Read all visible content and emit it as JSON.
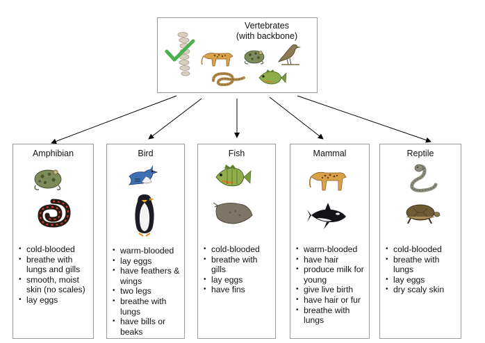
{
  "top": {
    "title_line1": "Vertebrates",
    "title_line2": "(with backbone)",
    "icons": [
      "backbone-icon",
      "checkmark-icon",
      "leopard-icon",
      "toad-icon",
      "bird-icon",
      "snake-icon",
      "fish-icon"
    ]
  },
  "categories": [
    {
      "name": "Amphibian",
      "traits": [
        "cold-blooded",
        "breathe with lungs and gills",
        "smooth, moist skin (no scales)",
        "lay eggs"
      ],
      "icons": [
        "toad-icon",
        "salamander-icon"
      ]
    },
    {
      "name": "Bird",
      "traits": [
        "warm-blooded",
        "lay eggs",
        "have feathers & wings",
        "two legs",
        "breathe with lungs",
        "have bills or beaks"
      ],
      "icons": [
        "blue-jay-icon",
        "penguin-icon"
      ]
    },
    {
      "name": "Fish",
      "traits": [
        "cold-blooded",
        "breathe with gills",
        "lay eggs",
        "have fins"
      ],
      "icons": [
        "sunfish-icon",
        "stingray-icon"
      ]
    },
    {
      "name": "Mammal",
      "traits": [
        "warm-blooded",
        "have hair",
        "produce milk for young",
        "give live birth",
        "have hair or fur",
        "breathe with lungs"
      ],
      "icons": [
        "leopard-icon",
        "orca-icon"
      ]
    },
    {
      "name": "Reptile",
      "traits": [
        "cold-blooded",
        "breathe with lungs",
        "lay eggs",
        "dry scaly skin"
      ],
      "icons": [
        "cobra-icon",
        "turtle-icon"
      ]
    }
  ],
  "colors": {
    "border": "#9a9a9a",
    "check": "#4caf50",
    "arrow": "#000000"
  }
}
